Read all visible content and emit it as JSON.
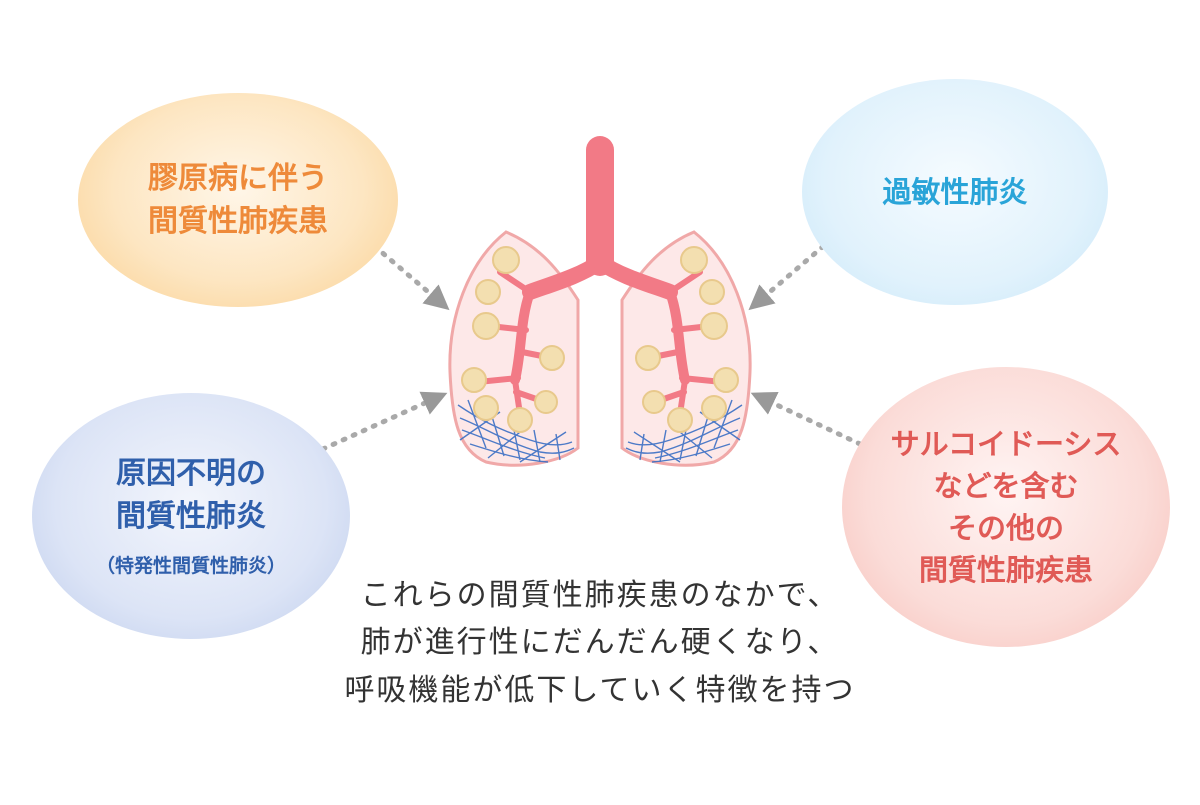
{
  "bubbles": {
    "collagen": {
      "line1": "膠原病に伴う",
      "line2": "間質性肺疾患"
    },
    "hypersensitivity": {
      "line1": "過敏性肺炎"
    },
    "idiopathic": {
      "line1": "原因不明の",
      "line2": "間質性肺炎",
      "sub": "（特発性間質性肺炎）"
    },
    "sarcoidosis": {
      "line1": "サルコイドーシス",
      "line2": "などを含む",
      "line3": "その他の",
      "line4": "間質性肺疾患"
    }
  },
  "caption": {
    "line1": "これらの間質性肺疾患のなかで、",
    "line2": "肺が進行性にだんだん硬くなり、",
    "line3": "呼吸機能が低下していく特徴を持つ"
  },
  "colors": {
    "orange": "#ee8a3a",
    "sky": "#29a4d8",
    "blue": "#2f5fab",
    "pink": "#e05a56",
    "lung_fill": "#fde8e8",
    "lung_outline": "#f0a8a8",
    "airway": "#f27a86",
    "nodule": "#f3dfb0",
    "fibrosis": "#3b6fc4"
  }
}
